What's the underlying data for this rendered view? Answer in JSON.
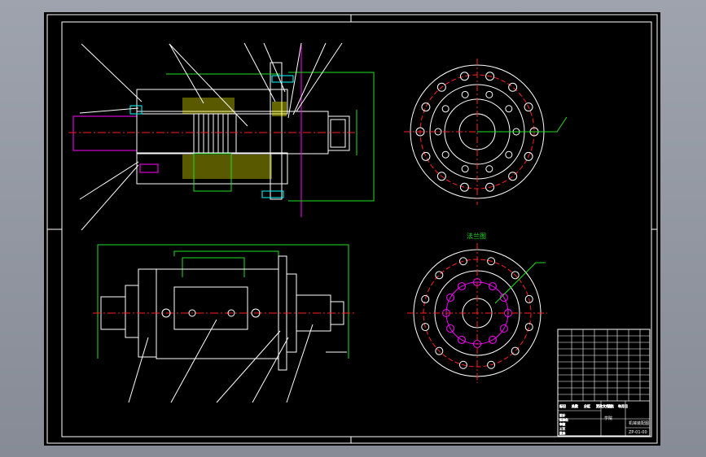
{
  "colors": {
    "background": "#000000",
    "frame": "#ffffff",
    "centerline": "#ff2020",
    "dimension": "#22e022",
    "hatch": "#ffff00",
    "shaft_outline": "#ff00ff",
    "bolt": "#00ffff"
  },
  "views": {
    "section_view": "main sectional view",
    "top_view": "plan view",
    "flange_view": "flange end view",
    "bolt_circle_view_title": "法兰图"
  },
  "title_block": {
    "company": "学院",
    "drawing_name": "机械装配图",
    "drawing_no": "ZP-01-00",
    "header_cells": [
      "标记",
      "处数",
      "分区",
      "更改文件号",
      "签名",
      "年月日"
    ],
    "sign_cells": [
      "设计",
      "标准化",
      "审核",
      "工艺",
      "批准"
    ]
  }
}
